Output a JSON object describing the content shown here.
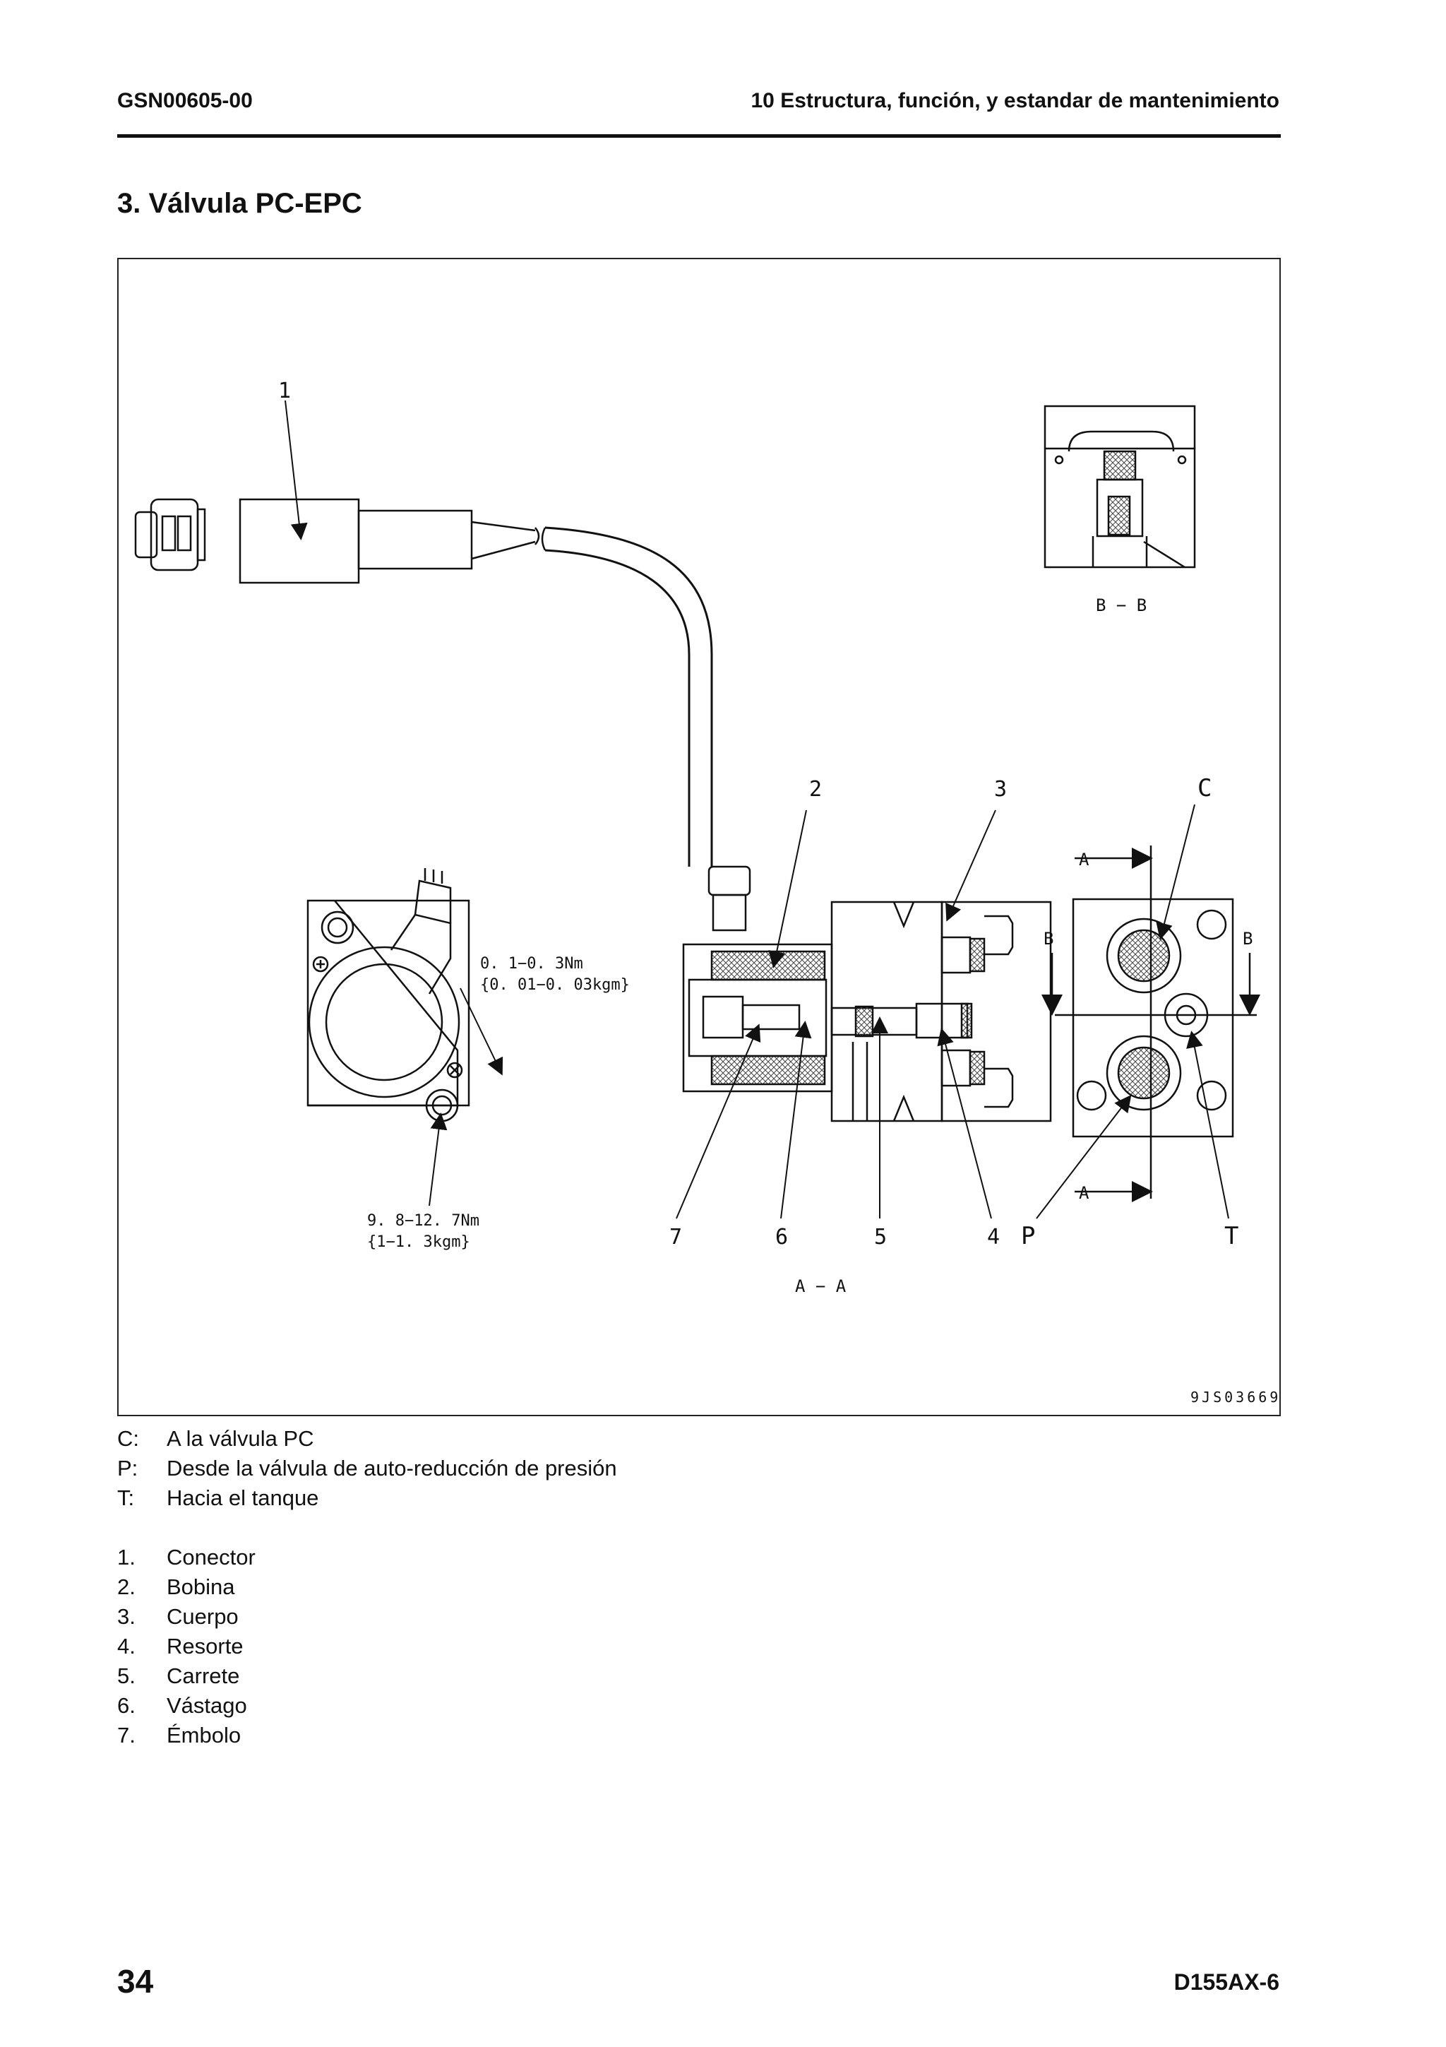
{
  "header": {
    "doc_code": "GSN00605-00",
    "chapter_title": "10 Estructura, función, y estandar de mantenimiento"
  },
  "section": {
    "title": "3.  Válvula PC-EPC"
  },
  "figure": {
    "figure_id": "9JS03669",
    "callouts": [
      "1",
      "2",
      "3",
      "4",
      "5",
      "6",
      "7"
    ],
    "port_labels": {
      "C": "C",
      "P": "P",
      "T": "T"
    },
    "section_labels": {
      "bb": "B − B",
      "aa": "A − A",
      "a": "A",
      "b": "B"
    },
    "torque_small": {
      "line1": "0. 1−0. 3Nm",
      "line2": "{0. 01−0. 03kgm}"
    },
    "torque_large": {
      "line1": "9. 8−12. 7Nm",
      "line2": "{1−1. 3kgm}"
    }
  },
  "ports_legend": [
    {
      "key": "C:",
      "text": "A la válvula PC"
    },
    {
      "key": "P:",
      "text": "Desde la válvula de auto-reducción de presión"
    },
    {
      "key": "T:",
      "text": "Hacia el tanque"
    }
  ],
  "parts_legend": [
    {
      "key": "1.",
      "text": "Conector"
    },
    {
      "key": "2.",
      "text": "Bobina"
    },
    {
      "key": "3.",
      "text": "Cuerpo"
    },
    {
      "key": "4.",
      "text": "Resorte"
    },
    {
      "key": "5.",
      "text": "Carrete"
    },
    {
      "key": "6.",
      "text": "Vástago"
    },
    {
      "key": "7.",
      "text": "Émbolo"
    }
  ],
  "footer": {
    "page_number": "34",
    "model": "D155AX-6"
  }
}
